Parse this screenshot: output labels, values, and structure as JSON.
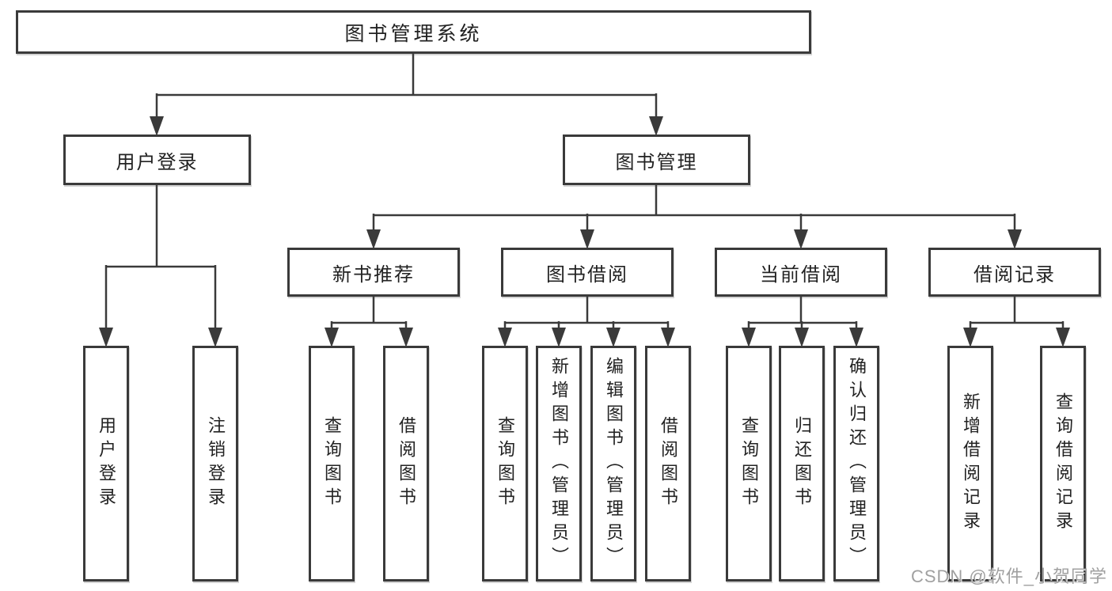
{
  "diagram_title": "图书管理系统",
  "colors": {
    "line": "#3a3a3a",
    "box_border": "#3a3a3a",
    "box_background": "#ffffff",
    "text": "#222222",
    "watermark_text": "#a0a0a0",
    "page_background": "#ffffff"
  },
  "tree": {
    "label": "图书管理系统",
    "children": [
      {
        "label": "用户登录",
        "children": [
          {
            "label": "用户登录"
          },
          {
            "label": "注销登录"
          }
        ]
      },
      {
        "label": "图书管理",
        "children": [
          {
            "label": "新书推荐",
            "children": [
              {
                "label": "查询图书"
              },
              {
                "label": "借阅图书"
              }
            ]
          },
          {
            "label": "图书借阅",
            "children": [
              {
                "label": "查询图书"
              },
              {
                "label": "新增图书（管理员）"
              },
              {
                "label": "编辑图书（管理员）"
              },
              {
                "label": "借阅图书"
              }
            ]
          },
          {
            "label": "当前借阅",
            "children": [
              {
                "label": "查询图书"
              },
              {
                "label": "归还图书"
              },
              {
                "label": "确认归还（管理员）"
              }
            ]
          },
          {
            "label": "借阅记录",
            "children": [
              {
                "label": "新增借阅记录"
              },
              {
                "label": "查询借阅记录"
              }
            ]
          }
        ]
      }
    ]
  },
  "watermark": {
    "text": "CSDN @软件_小贺同学"
  }
}
